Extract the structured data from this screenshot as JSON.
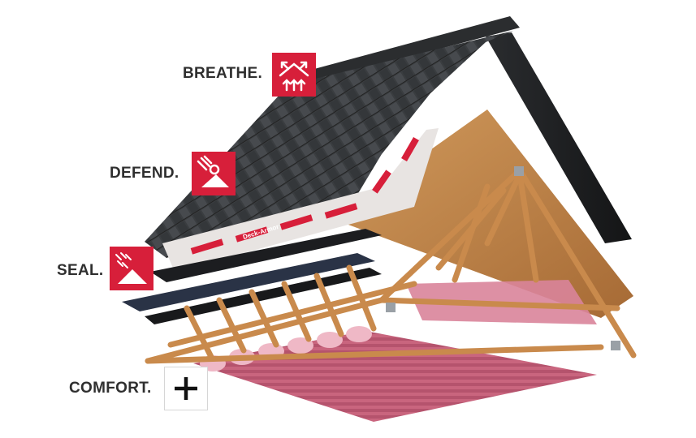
{
  "layers": [
    {
      "label": "BREATHE.",
      "icon": "ventilation-arrows-icon"
    },
    {
      "label": "DEFEND.",
      "icon": "wind-shield-icon"
    },
    {
      "label": "SEAL.",
      "icon": "rain-seal-icon"
    },
    {
      "label": "COMFORT.",
      "icon": "plus-icon"
    }
  ],
  "underlayment_brand": "Deck-Armor",
  "colors": {
    "badge_red": "#d71f3a",
    "shingle": "#3c3f42",
    "wood": "#c98a4c",
    "insulation": "#d9849a",
    "label_text": "#2f2f2f"
  }
}
